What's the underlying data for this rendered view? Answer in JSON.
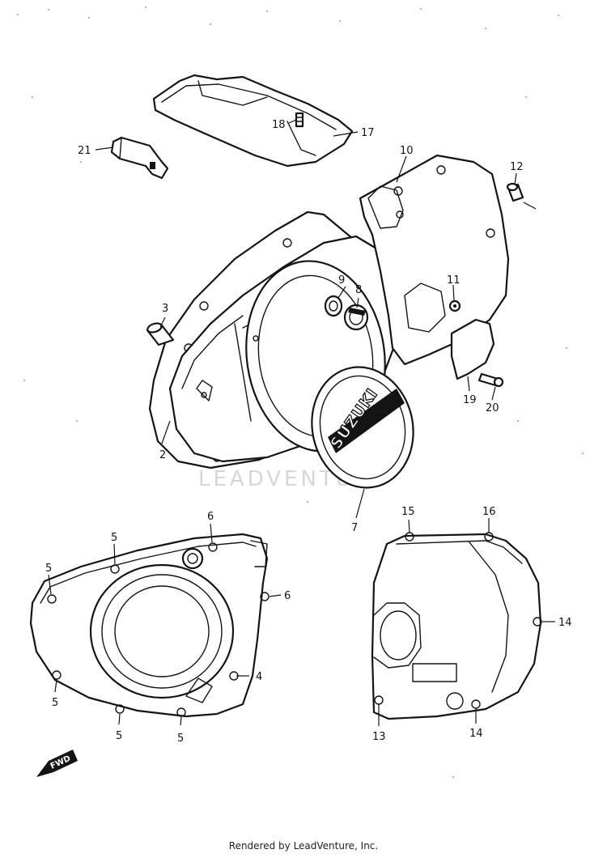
{
  "diagram": {
    "callouts": [
      "2",
      "3",
      "4",
      "5",
      "5",
      "5",
      "5",
      "5",
      "6",
      "6",
      "7",
      "8",
      "9",
      "10",
      "11",
      "12",
      "13",
      "14",
      "14",
      "15",
      "16",
      "17",
      "18",
      "19",
      "20",
      "21"
    ],
    "logo_text": "SUZUKI",
    "forward_marker": "FWD",
    "watermark": "LEADVENTURE"
  },
  "footer": {
    "credit": "Rendered by LeadVenture, Inc."
  }
}
